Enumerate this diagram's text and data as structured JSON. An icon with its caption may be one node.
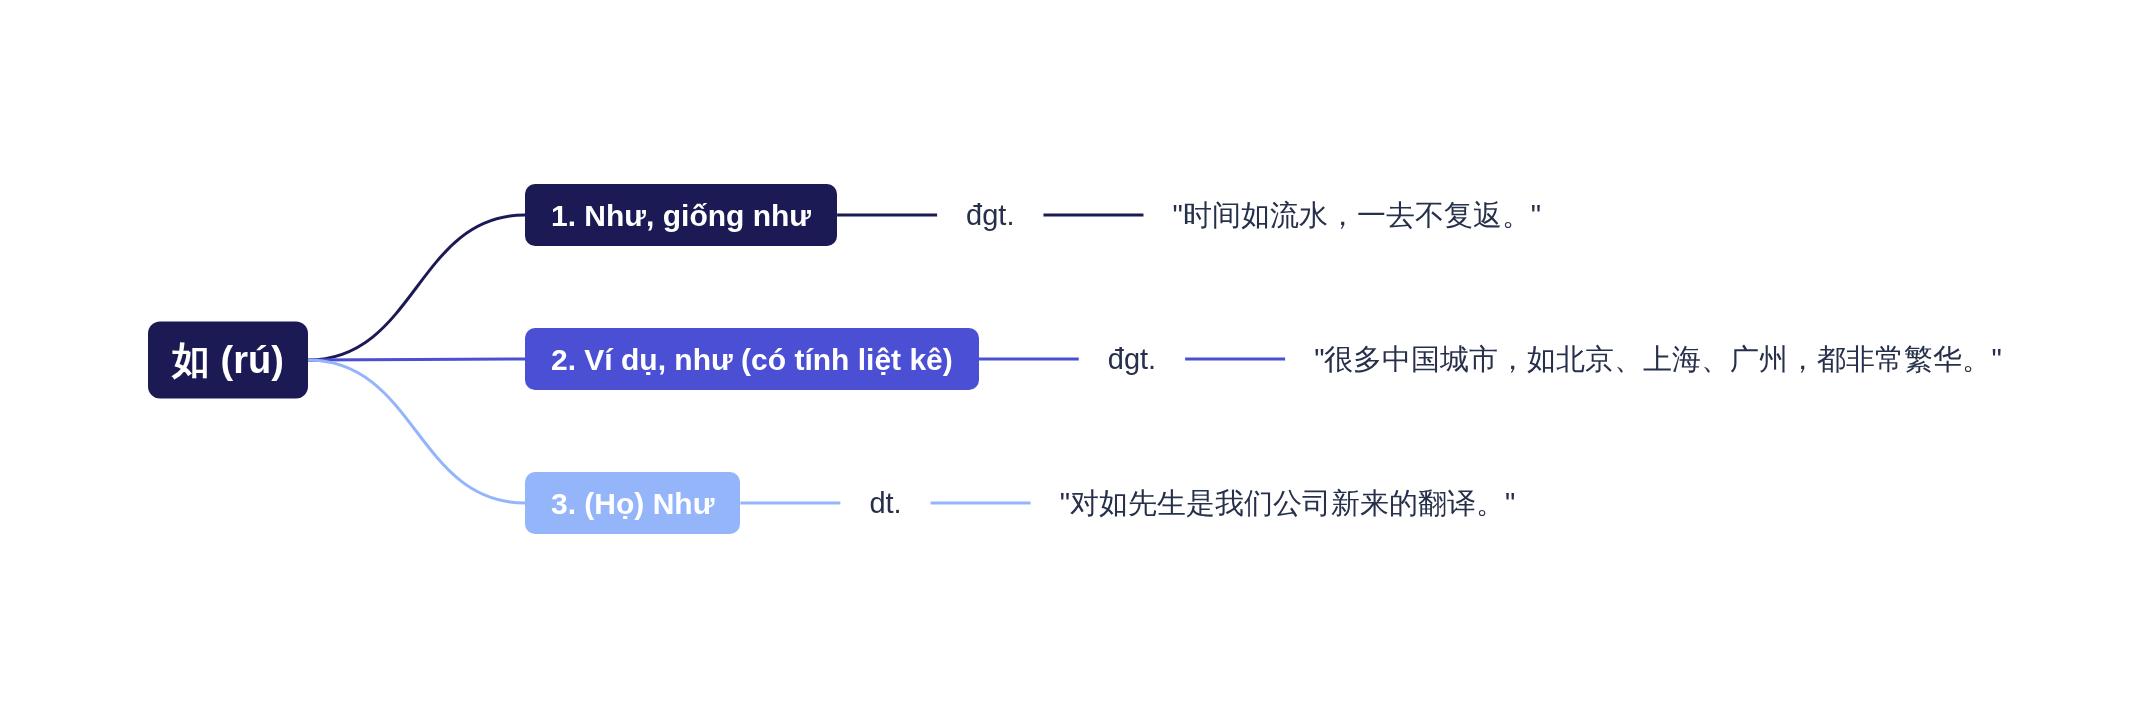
{
  "diagram": {
    "nodes": [
      {
        "text": [
          "如 (rú)"
        ]
      },
      {
        "text": [
          "1. Như, giống như"
        ]
      },
      {
        "text": [
          "đgt."
        ]
      },
      {
        "text": [
          "\"时间如流水，一去不复返。\""
        ]
      },
      {
        "text": [
          "2. Ví dụ, như (có tính liệt kê)"
        ]
      },
      {
        "text": [
          "đgt."
        ]
      },
      {
        "text": [
          "\"很多中国城市，如北京、上海、广州，都非常繁华。\""
        ]
      },
      {
        "text": [
          "3. (Họ) Như"
        ]
      },
      {
        "text": [
          "dt."
        ]
      },
      {
        "text": [
          "\"对如先生是我们公司新来的翻译。\""
        ]
      }
    ],
    "edges": [
      {
        "from": 0,
        "to": 1,
        "arrow": "none",
        "color": "#1b1a55"
      },
      {
        "from": 0,
        "to": 4,
        "arrow": "none",
        "color": "#4b4fd3"
      },
      {
        "from": 0,
        "to": 7,
        "arrow": "none",
        "color": "#95b5fa"
      },
      {
        "from": 1,
        "to": 2,
        "arrow": "none",
        "color": "#1b1a55"
      },
      {
        "from": 2,
        "to": 3,
        "arrow": "none",
        "color": "#1b1a55"
      },
      {
        "from": 4,
        "to": 5,
        "arrow": "none",
        "color": "#4b4fd3"
      },
      {
        "from": 5,
        "to": 6,
        "arrow": "none",
        "color": "#4b4fd3"
      },
      {
        "from": 7,
        "to": 8,
        "arrow": "none",
        "color": "#95b5fa"
      },
      {
        "from": 8,
        "to": 9,
        "arrow": "none",
        "color": "#95b5fa"
      }
    ]
  }
}
